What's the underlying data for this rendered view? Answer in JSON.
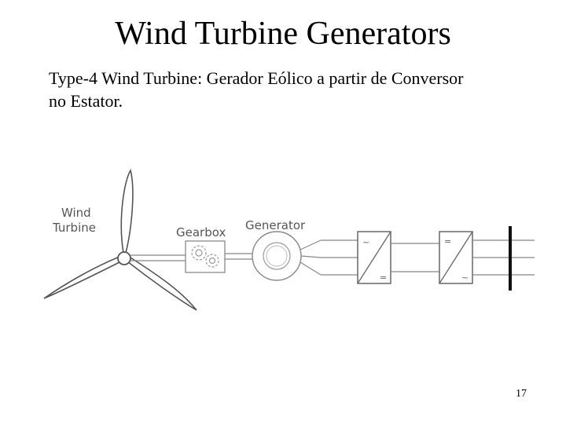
{
  "slide": {
    "title": "Wind Turbine Generators",
    "text_line_1": "Type-4 Wind Turbine: Gerador Eólico a partir de Conversor",
    "text_line_2": "no Estator.",
    "page_number": "17"
  },
  "diagram": {
    "label_wind_1": "Wind",
    "label_wind_2": "Turbine",
    "label_gearbox": "Gearbox",
    "label_generator": "Generator",
    "converter_1_ac": "~",
    "converter_1_dc": "=",
    "converter_2_dc": "=",
    "converter_2_ac": "~"
  }
}
